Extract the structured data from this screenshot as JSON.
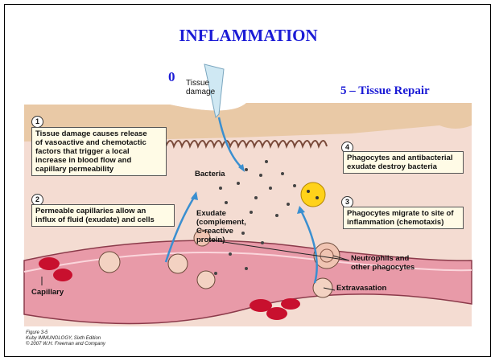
{
  "slide": {
    "title": "INFLAMMATION",
    "stage_start_number": "0",
    "stage_end_label": "5 – Tissue Repair"
  },
  "diagram": {
    "tissue_damage_line1": "Tissue",
    "tissue_damage_line2": "damage",
    "bacteria_label": "Bacteria",
    "exudate_lines": [
      "Exudate",
      "(complement,",
      "C-reactive",
      "protein)"
    ],
    "neutrophils_lines": [
      "Neutrophils and",
      "other phagocytes"
    ],
    "extravasation_label": "Extravasation",
    "capillary_label": "Capillary",
    "steps": [
      {
        "number": "1",
        "lines": [
          "Tissue damage causes release",
          "of vasoactive and chemotactic",
          "factors that trigger a local",
          "increase in blood flow and",
          "capillary permeability"
        ]
      },
      {
        "number": "2",
        "lines": [
          "Permeable capillaries allow an",
          "influx of fluid (exudate) and cells"
        ]
      },
      {
        "number": "3",
        "lines": [
          "Phagocytes migrate to site of",
          "inflammation (chemotaxis)"
        ]
      },
      {
        "number": "4",
        "lines": [
          "Phagocytes and antibacterial",
          "exudate destroy bacteria"
        ]
      }
    ],
    "credit_lines": [
      "Figure 3-5",
      "Kuby IMMUNOLOGY, Sixth Edition",
      "© 2007 W.H. Freeman and Company"
    ]
  },
  "colors": {
    "title_blue": "#1b1bd6",
    "skin_tan": "#e9c9a6",
    "tissue_pink": "#f4d9cf",
    "vessel_pink": "#e89aa8",
    "red_cell": "#c8102e",
    "arrow_blue": "#3a8fd0",
    "box_fill": "#fffbe6"
  }
}
